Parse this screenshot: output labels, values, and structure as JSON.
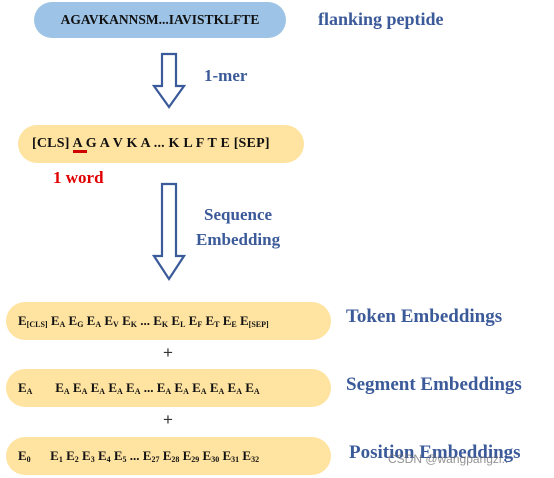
{
  "peptide": {
    "sequence": "AGAVKANNSM...IAVISTKLFTE",
    "label": "flanking peptide"
  },
  "step1": {
    "label": "1-mer"
  },
  "tokens": {
    "text": "[CLS] A G A V K A  ...  K L F T E [SEP]",
    "word_note": "1 word"
  },
  "step2": {
    "line1": "Sequence",
    "line2": "Embedding"
  },
  "embeddings": {
    "token_label": "Token Embeddings",
    "segment_label": "Segment Embeddings",
    "position_label": "Position Embeddings",
    "plus": "+"
  },
  "watermark": "CSDN @wangpangzi.."
}
